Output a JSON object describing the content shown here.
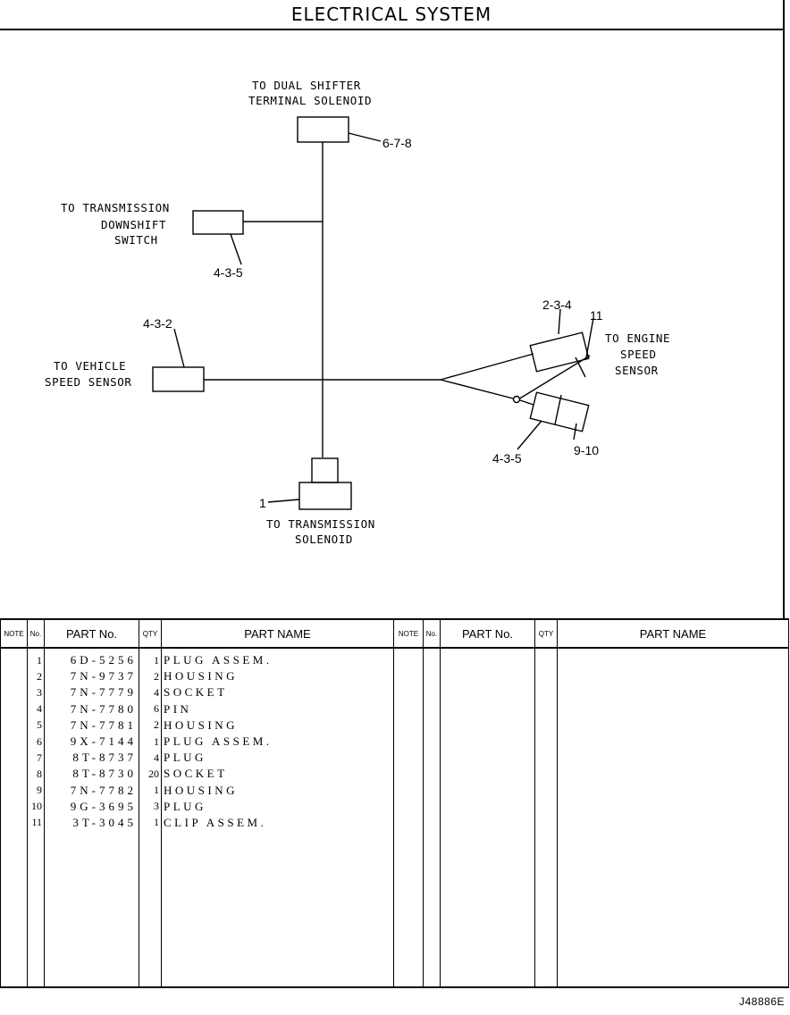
{
  "page": {
    "title": "ELECTRICAL SYSTEM",
    "doc_code": "J48886E"
  },
  "diagram": {
    "labels": {
      "dual_shifter_1": "TO DUAL SHIFTER",
      "dual_shifter_2": "TERMINAL SOLENOID",
      "downshift_1": "TO TRANSMISSION",
      "downshift_2": "DOWNSHIFT",
      "downshift_3": "SWITCH",
      "vehicle_speed_1": "TO VEHICLE",
      "vehicle_speed_2": "SPEED SENSOR",
      "engine_speed_1": "TO ENGINE",
      "engine_speed_2": "SPEED",
      "engine_speed_3": "SENSOR",
      "trans_solenoid_1": "TO TRANSMISSION",
      "trans_solenoid_2": "SOLENOID"
    },
    "callouts": {
      "dual_shifter": "6-7-8",
      "downshift": "4-3-5",
      "vehicle_speed": "4-3-2",
      "engine_upper": "2-3-4",
      "clip": "11",
      "engine_lower_a": "4-3-5",
      "engine_lower_b": "9-10",
      "trans_solenoid": "1"
    }
  },
  "table": {
    "headers": {
      "note": "NOTE",
      "no": "No.",
      "part_no": "PART No.",
      "qty": "QTY",
      "part_name": "PART NAME"
    },
    "rows": [
      {
        "no": "1",
        "part_no": "6D-5256",
        "qty": "1",
        "part_name": "PLUG ASSEM."
      },
      {
        "no": "2",
        "part_no": "7N-9737",
        "qty": "2",
        "part_name": "HOUSING"
      },
      {
        "no": "3",
        "part_no": "7N-7779",
        "qty": "4",
        "part_name": "SOCKET"
      },
      {
        "no": "4",
        "part_no": "7N-7780",
        "qty": "6",
        "part_name": "PIN"
      },
      {
        "no": "5",
        "part_no": "7N-7781",
        "qty": "2",
        "part_name": "HOUSING"
      },
      {
        "no": "6",
        "part_no": "9X-7144",
        "qty": "1",
        "part_name": "PLUG ASSEM."
      },
      {
        "no": "7",
        "part_no": "8T-8737",
        "qty": "4",
        "part_name": "PLUG"
      },
      {
        "no": "8",
        "part_no": "8T-8730",
        "qty": "20",
        "part_name": "SOCKET"
      },
      {
        "no": "9",
        "part_no": "7N-7782",
        "qty": "1",
        "part_name": "HOUSING"
      },
      {
        "no": "10",
        "part_no": "9G-3695",
        "qty": "3",
        "part_name": "PLUG"
      },
      {
        "no": "11",
        "part_no": "3T-3045",
        "qty": "1",
        "part_name": "CLIP ASSEM."
      }
    ]
  }
}
